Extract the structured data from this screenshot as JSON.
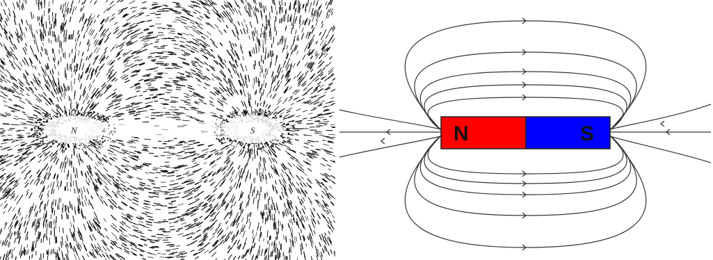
{
  "left_figure": {
    "north_label": "N",
    "south_label": "S"
  },
  "right_figure": {
    "north_label": "N",
    "south_label": "S",
    "colors": {
      "north_pole": "#ff0000",
      "south_pole": "#0000ff",
      "field_line": "#333333",
      "filings": "#111111"
    }
  }
}
